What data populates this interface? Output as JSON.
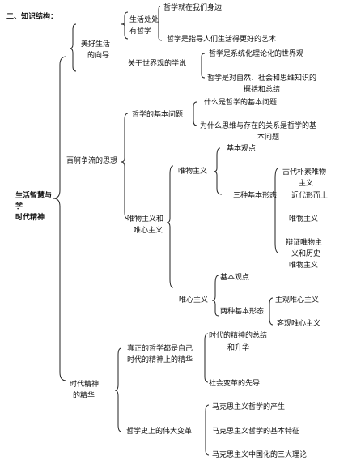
{
  "heading": "二、知识结构：",
  "root": {
    "line1": "生活智慧与",
    "line2": "学",
    "line3": "时代精神"
  },
  "b1": {
    "label_line1": "美好生活",
    "label_line2": "的向导",
    "c1": {
      "line1": "生活处处",
      "line2": "有哲学",
      "leaf1": "哲学就在我们身边",
      "leaf2": "哲学是指导人们生活得更好的艺术"
    },
    "c2": {
      "label": "关于世界观的学说",
      "leaf1": "哲学是系统化理论化的世界观",
      "leaf2_line1": "哲学是对自然、社会和思维知识的",
      "leaf2_line2": "概括和总结"
    }
  },
  "b2": {
    "label": "百舸争流的思想",
    "c1": {
      "label": "哲学的基本问题",
      "leaf1": "什么是哲学的基本问题",
      "leaf2_line1": "为什么思维与存在的关系是哲学的基",
      "leaf2_line2": "本问题"
    },
    "c2": {
      "label_line1": "唯物主义和",
      "label_line2": "唯心主义",
      "m": {
        "label": "唯物主义",
        "basic": "基本观点",
        "forms_label": "三种基本形态",
        "f1_line1": "古代朴素唯物",
        "f1_line2": "主义",
        "f2_line1": "近代形而上",
        "f2_line2": "唯物主义",
        "f3_line1": "辩证唯物主",
        "f3_line2": "义和历史",
        "f3_line3": "唯物主义"
      },
      "i": {
        "label": "唯心主义",
        "basic": "基本观点",
        "forms_label": "两种基本形态",
        "f1": "主观唯心主义",
        "f2": "客观唯心主义"
      }
    }
  },
  "b3": {
    "label_line1": "时代精神",
    "label_line2": "的精华",
    "c1": {
      "line1": "真正的哲学都是自己",
      "line2": "时代的精神上的精华",
      "leaf1_line1": "时代的精神的总结",
      "leaf1_line2": "和升华",
      "leaf2": "社会变革的先导"
    },
    "c2": {
      "label": "哲学史上的伟大变革",
      "leaf1": "马克思主义哲学的产生",
      "leaf2": "马克思主义哲学的基本特征",
      "leaf3": "马克思主义中国化的三大理论"
    }
  }
}
